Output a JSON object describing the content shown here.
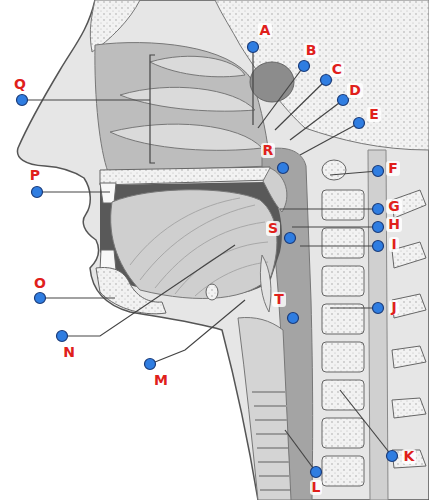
{
  "diagram": {
    "labels": [
      "Q",
      "A",
      "B",
      "C",
      "D",
      "E",
      "R",
      "F",
      "P",
      "G",
      "H",
      "S",
      "I",
      "O",
      "N",
      "J",
      "T",
      "M",
      "K",
      "L"
    ]
  }
}
